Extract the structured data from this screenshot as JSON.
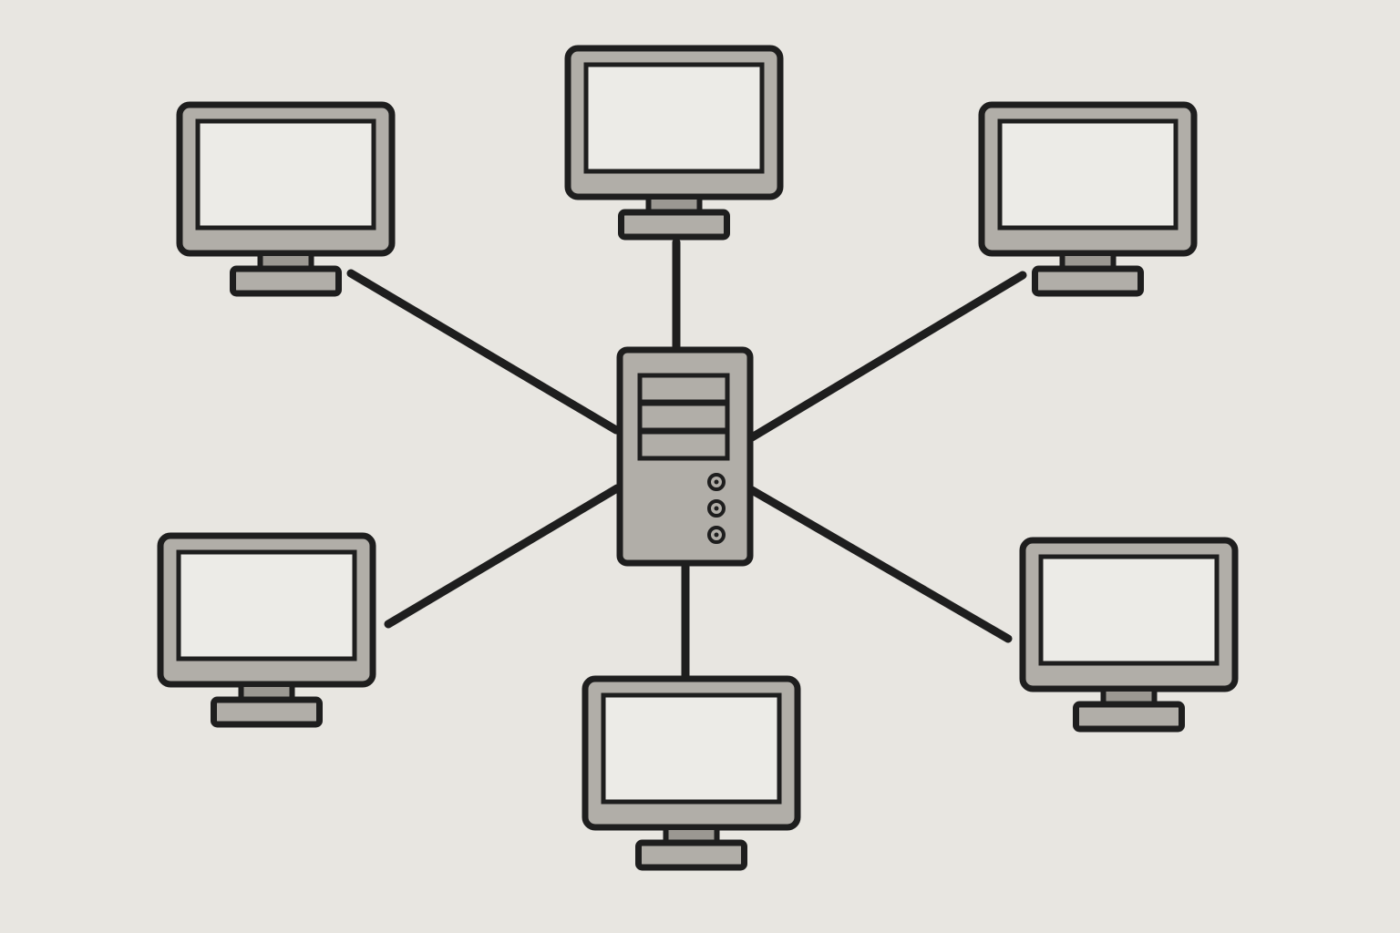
{
  "diagram": {
    "topology": "star",
    "hub": {
      "id": "server",
      "kind": "tower-server",
      "icon": "server-tower-icon",
      "drive_bays": 3,
      "indicator_lights": 3
    },
    "nodes": [
      {
        "id": "computer-top-left",
        "kind": "monitor",
        "icon": "monitor-icon"
      },
      {
        "id": "computer-top",
        "kind": "monitor",
        "icon": "monitor-icon"
      },
      {
        "id": "computer-top-right",
        "kind": "monitor",
        "icon": "monitor-icon"
      },
      {
        "id": "computer-bottom-left",
        "kind": "monitor",
        "icon": "monitor-icon"
      },
      {
        "id": "computer-bottom",
        "kind": "monitor",
        "icon": "monitor-icon"
      },
      {
        "id": "computer-bottom-right",
        "kind": "monitor",
        "icon": "monitor-icon"
      }
    ],
    "edges": [
      {
        "from": "server",
        "to": "computer-top-left"
      },
      {
        "from": "server",
        "to": "computer-top"
      },
      {
        "from": "server",
        "to": "computer-top-right"
      },
      {
        "from": "server",
        "to": "computer-bottom-left"
      },
      {
        "from": "server",
        "to": "computer-bottom"
      },
      {
        "from": "server",
        "to": "computer-bottom-right"
      }
    ],
    "colors": {
      "background": "#e8e6e1",
      "outline": "#1e1e1e",
      "device_gray": "#b1aea8",
      "neck_gray": "#9b9892",
      "screen": "#ecebe7"
    }
  }
}
